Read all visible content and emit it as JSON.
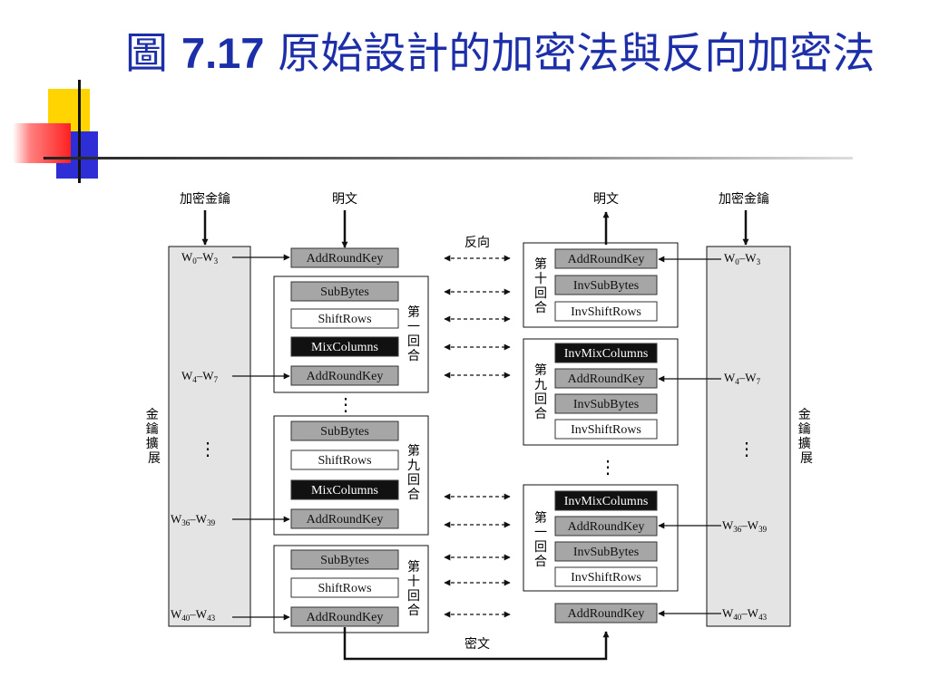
{
  "title": {
    "prefix": "圖 ",
    "number": "7.17",
    "text": " 原始設計的加密法與反向加密法"
  },
  "top_labels": {
    "left_key": "加密金鑰",
    "left_plain": "明文",
    "right_plain": "明文",
    "right_key": "加密金鑰",
    "reverse": "反向",
    "ciphertext": "密文"
  },
  "key_expansion": {
    "left_label": "金鑰擴展",
    "right_label": "金鑰擴展"
  },
  "words": {
    "w0": {
      "main": "W",
      "sub1": "0",
      "dash": "–W",
      "sub2": "3"
    },
    "w4": {
      "main": "W",
      "sub1": "4",
      "dash": "–W",
      "sub2": "7"
    },
    "w36": {
      "main": "W",
      "sub1": "36",
      "dash": "–W",
      "sub2": "39"
    },
    "w40": {
      "main": "W",
      "sub1": "40",
      "dash": "–W",
      "sub2": "43"
    }
  },
  "encrypt": {
    "initial": "AddRoundKey",
    "round1": {
      "label": "第一回合",
      "ops": [
        "SubBytes",
        "ShiftRows",
        "MixColumns",
        "AddRoundKey"
      ]
    },
    "round9": {
      "label": "第九回合",
      "ops": [
        "SubBytes",
        "ShiftRows",
        "MixColumns",
        "AddRoundKey"
      ]
    },
    "round10": {
      "label": "第十回合",
      "ops": [
        "SubBytes",
        "ShiftRows",
        "AddRoundKey"
      ]
    }
  },
  "decrypt": {
    "round10": {
      "label": "第十回合",
      "ops": [
        "AddRoundKey",
        "InvSubBytes",
        "InvShiftRows"
      ]
    },
    "round9": {
      "label": "第九回合",
      "ops": [
        "InvMixColumns",
        "AddRoundKey",
        "InvSubBytes",
        "InvShiftRows"
      ]
    },
    "round1": {
      "label": "第一回合",
      "ops": [
        "InvMixColumns",
        "AddRoundKey",
        "InvSubBytes",
        "InvShiftRows"
      ]
    },
    "final": "AddRoundKey"
  },
  "ellipsis": "⋮",
  "colors": {
    "title": "#1c2ea8",
    "gray_box": "#a6a6a6",
    "black_box": "#111111",
    "panel": "#e4e4e4"
  }
}
